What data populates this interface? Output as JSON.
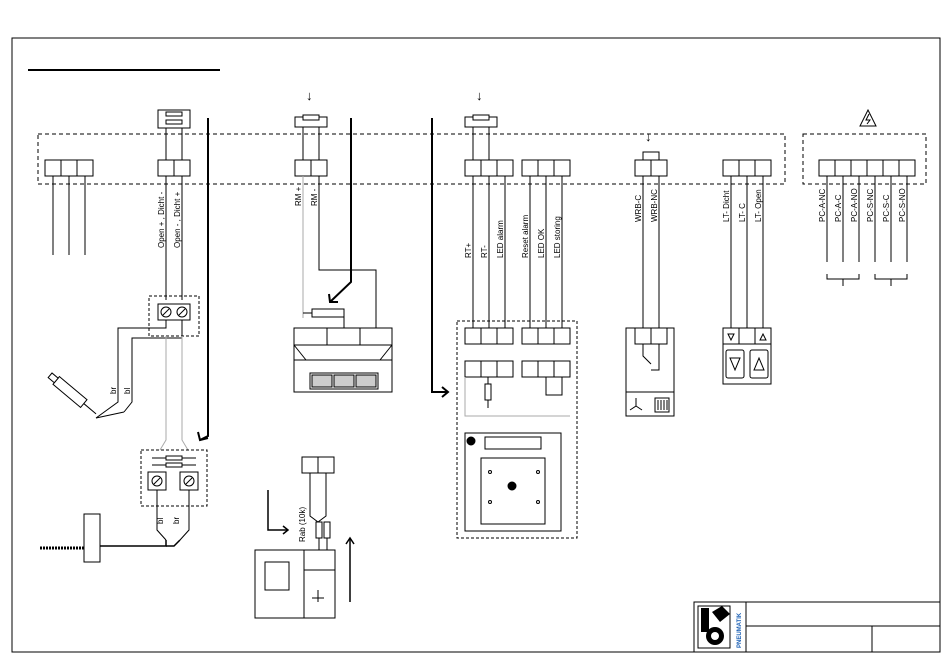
{
  "drawing": {
    "title": "",
    "colors": {
      "line": "#000000",
      "grey_wire": "#aaaaaa",
      "logo_blue": "#1a5fb4",
      "display_fill": "#cccccc"
    }
  },
  "wire_labels": {
    "open_dicht_minus": "Open + , Dicht -",
    "open_dicht_plus": "Open - , Dicht +",
    "rm_plus": "RM +",
    "rm_minus": "RM -",
    "rt_plus": "RT+",
    "rt_minus": "RT-",
    "led_alarm": "LED alarm",
    "reset_alarm": "Reset alarm",
    "led_ok": "LED OK",
    "led_storing": "LED storing",
    "wrb_c": "WRB-C",
    "wrb_nc": "WRB-NC",
    "lt_dicht": "LT- Dicht",
    "lt_c": "LT- C",
    "lt_open": "LT- Open",
    "pc_a_nc": "PC-A-NC",
    "pc_a_c": "PC-A-C",
    "pc_a_no": "PC-A-NO",
    "pc_s_nc": "PC-S-NC",
    "pc_s_c": "PC-S-C",
    "pc_s_no": "PC-S-NO",
    "br_1": "br",
    "bl_1": "bl",
    "bl_2": "bl",
    "br_2": "br",
    "rab": "Rab (10k)"
  },
  "logo": {
    "text": "PNEUMATIK"
  },
  "icons": [
    "lightning-warning-icon",
    "down-arrow-icon",
    "fan-icon",
    "triangle-down-icon",
    "triangle-up-icon"
  ]
}
